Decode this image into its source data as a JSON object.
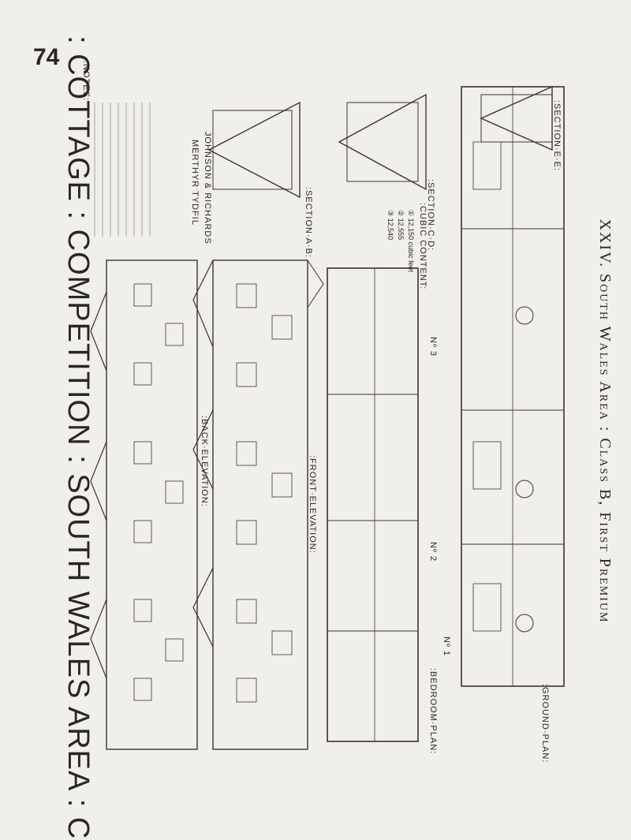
{
  "page_number": "74",
  "running_head": "XXIV.  South Wales Area : Class B, First Premium",
  "title": ": COTTAGE : COMPETITION : SOUTH WALES AREA : CLASS : B :",
  "drawing_labels": {
    "ground_plan": ":GROUND·PLAN:",
    "bedroom_plan": ":BEDROOM·PLAN:",
    "section_ee": ":SECTION·E·E:",
    "section_cd": ":SECTION·C·D:",
    "section_ab": ":SECTION·A·B:",
    "front_elevation": ":FRONT·ELEVATION:",
    "back_elevation": ":BACK·ELEVATION:",
    "cubic_content": ":CUBIC CONTENT:",
    "notes": ":NOTES:"
  },
  "house_numbers": [
    "Nº 1",
    "Nº 2",
    "Nº 3"
  ],
  "cubic_content_rows": [
    "①  12,150  cubic feet",
    "②  12,555",
    "③  12,540"
  ],
  "architects": "JOHNSON & RICHARDS",
  "location": "MERTHYR TYDFIL"
}
